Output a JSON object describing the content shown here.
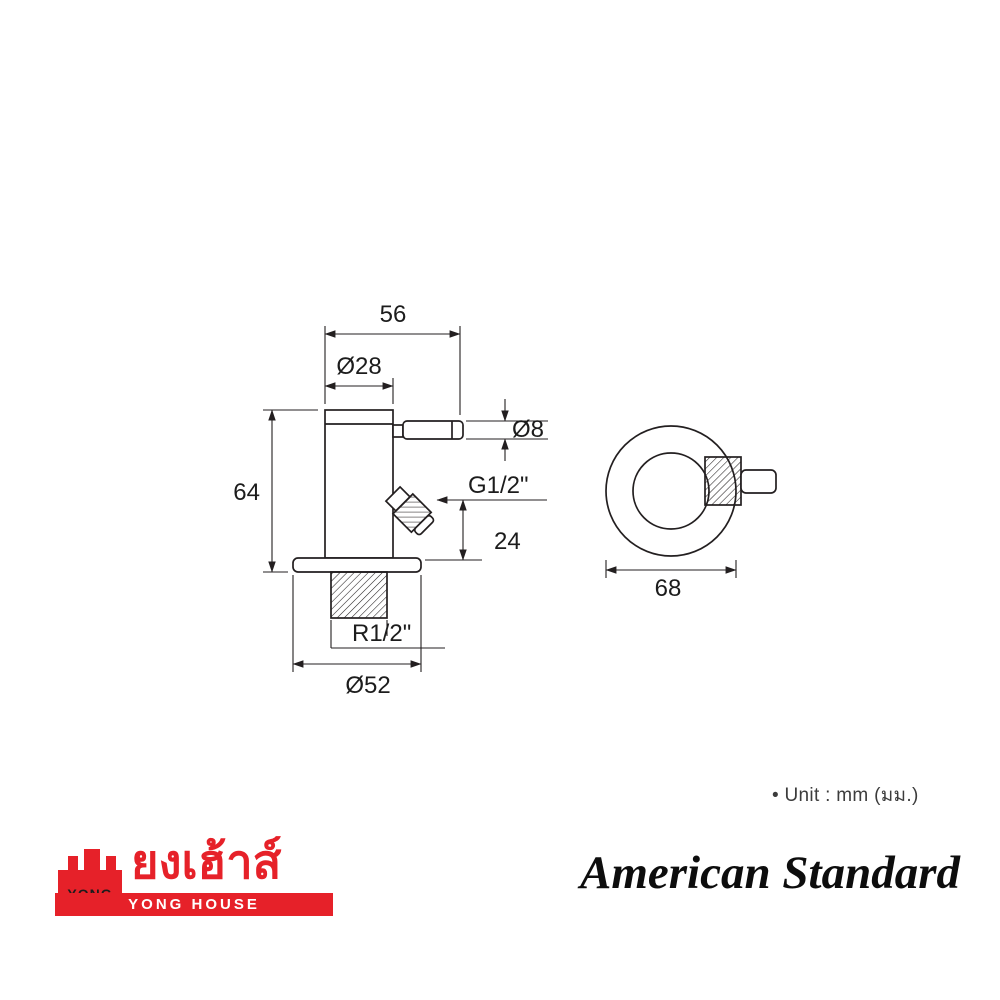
{
  "page": {
    "background": "#ffffff"
  },
  "drawing": {
    "line_color": "#231f20",
    "front_view": {
      "dims": {
        "top_width": "56",
        "body_diameter": "Ø28",
        "handle_diameter": "Ø8",
        "height": "64",
        "outlet_thread": "G1/2\"",
        "outlet_offset": "24",
        "inlet_thread": "R1/2\"",
        "flange_diameter": "Ø52"
      }
    },
    "side_view": {
      "dims": {
        "escutcheon_diameter": "68"
      }
    },
    "unit_note": "• Unit : mm (มม.)"
  },
  "branding": {
    "yong_house": {
      "icon_text": "YONG",
      "thai_name": "ยงเฮ้าส์",
      "banner_text": "YONG HOUSE",
      "red": "#e62129"
    },
    "american_standard": {
      "wordmark": "American Standard"
    }
  }
}
